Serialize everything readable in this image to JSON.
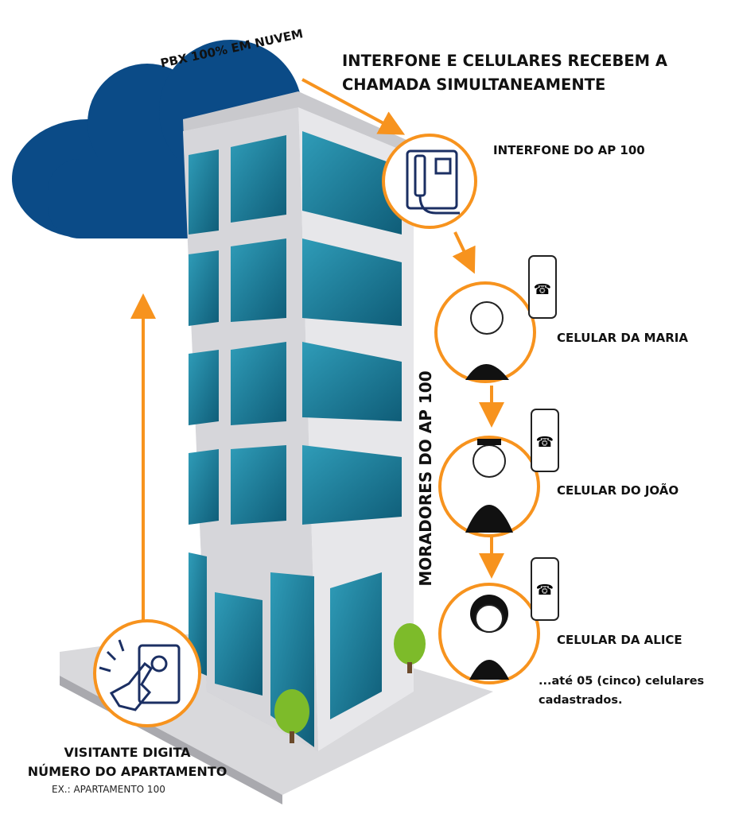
{
  "cloud_label": "PBX 100% EM NUVEM",
  "heading": {
    "line1": "INTERFONE E CELULARES RECEBEM A",
    "line2": "CHAMADA SIMULTANEAMENTE"
  },
  "residents_label": "MORADORES DO AP 100",
  "nodes": [
    {
      "label": "INTERFONE DO AP 100",
      "icon": "intercom-icon"
    },
    {
      "label": "CELULAR DA MARIA",
      "icon": "person-phone-icon"
    },
    {
      "label": "CELULAR DO JOÃO",
      "icon": "person-phone-icon"
    },
    {
      "label": "CELULAR DA ALICE",
      "icon": "person-phone-icon"
    }
  ],
  "note": {
    "line1": "...até 05 (cinco) celulares",
    "line2": "cadastrados."
  },
  "visitor": {
    "line1": "VISITANTE DIGITA",
    "line2": "NÚMERO DO APARTAMENTO",
    "example": "EX.: APARTAMENTO 100"
  },
  "colors": {
    "accent": "#f7931e",
    "cloud": "#0b4b87",
    "glass": "#1d7f9c",
    "frame": "#e4e4e6"
  }
}
